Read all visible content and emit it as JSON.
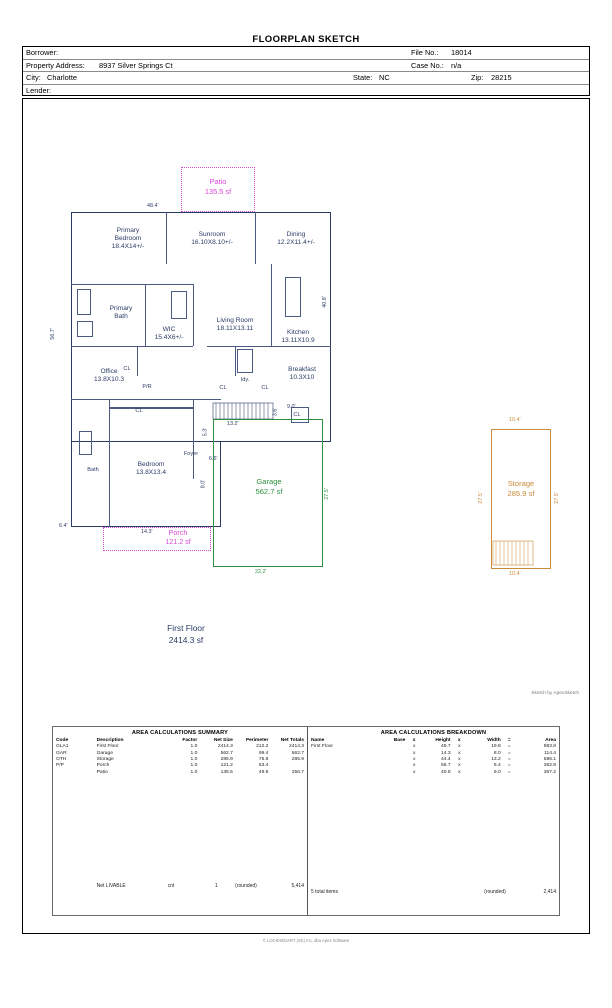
{
  "document": {
    "title": "FLOORPLAN SKETCH",
    "copyright": "© LOCKHEDART (SK) Inc, dba Apex Software",
    "sketch_by": "Sketch by ApexSketch"
  },
  "header": {
    "borrower_label": "Borrower:",
    "borrower_value": "",
    "property_address_label": "Property Address:",
    "property_address_value": "8937 Silver Springs Ct",
    "city_label": "City:",
    "city_value": "Charlotte",
    "state_label": "State:",
    "state_value": "NC",
    "zip_label": "Zip:",
    "zip_value": "28215",
    "lender_label": "Lender:",
    "lender_value": "",
    "file_no_label": "File No.:",
    "file_no_value": "18014",
    "case_no_label": "Case No.:",
    "case_no_value": "n/a"
  },
  "sketch": {
    "patio": {
      "name": "Patio",
      "area": "135.5 sf"
    },
    "porch": {
      "name": "Porch",
      "area": "121.2 sf"
    },
    "garage": {
      "name": "Garage",
      "area": "562.7 sf"
    },
    "storage": {
      "name": "Storage",
      "area": "285.9 sf"
    },
    "first_floor": {
      "name": "First Floor",
      "area": "2414.3 sf"
    },
    "rooms": [
      {
        "name": "Primary",
        "name2": "Bedroom",
        "dims": "18.4X14+/-"
      },
      {
        "name": "Sunroom",
        "dims": "16.10X8.10+/-"
      },
      {
        "name": "Dining",
        "dims": "12.2X11.4+/-"
      },
      {
        "name": "Primary",
        "name2": "Bath",
        "dims": ""
      },
      {
        "name": "WIC",
        "dims": "15.4X6+/-"
      },
      {
        "name": "Living Room",
        "dims": "18.11X13.11"
      },
      {
        "name": "Kitchen",
        "dims": "13.11X10.9"
      },
      {
        "name": "Office",
        "dims": "13.8X10.3"
      },
      {
        "name": "Breakfast",
        "dims": "10.3X10"
      },
      {
        "name": "Bedroom",
        "dims": "13.8X13.4"
      },
      {
        "name": "Bath",
        "dims": ""
      },
      {
        "name": "Foyer",
        "dims": ""
      },
      {
        "name": "Idy.",
        "dims": ""
      },
      {
        "name": "P/R",
        "dims": ""
      }
    ],
    "closets": [
      "CL",
      "CL",
      "CL",
      "CL",
      "CL",
      "CL"
    ],
    "dimensions": {
      "top_left": "48.4'",
      "left_side": "56.7'",
      "right_side": "40.8'",
      "stair_width": "13.2'",
      "cl_width": "9.0'",
      "cl_depth": "3.6'",
      "foyer_depth": "5.3'",
      "porch_right": "6.5'",
      "porch_height": "8.0'",
      "porch_bottom": "14.3'",
      "bottom_left": "6.4'",
      "garage_bottom": "22.2'",
      "garage_right": "27.5'",
      "garage_left": "27.5'",
      "storage_top": "10.4'",
      "storage_bottom": "10.4'",
      "storage_left": "27.5'",
      "storage_right": "27.5'"
    }
  },
  "summary_table": {
    "title": "AREA CALCULATIONS SUMMARY",
    "columns": [
      "Code",
      "Description",
      "Factor",
      "Net Size",
      "Perimeter",
      "Net Totals"
    ],
    "rows": [
      {
        "code": "GLA1",
        "description": "First Floor",
        "factor": "1.0",
        "net_size": "2414.3",
        "perimeter": "212.2",
        "net_totals": "2414.3"
      },
      {
        "code": "GAR",
        "description": "Garage",
        "factor": "1.0",
        "net_size": "562.7",
        "perimeter": "99.4",
        "net_totals": "562.7"
      },
      {
        "code": "OTH",
        "description": "Storage",
        "factor": "1.0",
        "net_size": "285.9",
        "perimeter": "75.8",
        "net_totals": "285.9"
      },
      {
        "code": "P/P",
        "description": "Porch",
        "factor": "1.0",
        "net_size": "121.2",
        "perimeter": "63.4",
        "net_totals": ""
      },
      {
        "code": "",
        "description": "Patio",
        "factor": "1.0",
        "net_size": "135.5",
        "perimeter": "49.9",
        "net_totals": "256.7"
      }
    ],
    "total_label": "Net LIVABLE",
    "total_unit": "cnt",
    "total_count": "1",
    "total_rounded": "(rounded)",
    "total_value": "5,414"
  },
  "breakdown_table": {
    "title": "AREA CALCULATIONS BREAKDOWN",
    "columns": [
      "Name",
      "Base",
      "x",
      "Height",
      "x",
      "Width",
      "=",
      "Area"
    ],
    "rows": [
      {
        "name": "First Floor",
        "base": "",
        "height": "49.7",
        "width": "19.8",
        "area": "983.8"
      },
      {
        "name": "",
        "base": "",
        "height": "14.3",
        "width": "8.0",
        "area": "114.4"
      },
      {
        "name": "",
        "base": "",
        "height": "44.4",
        "width": "13.2",
        "area": "586.1"
      },
      {
        "name": "",
        "base": "",
        "height": "56.7",
        "width": "6.4",
        "area": "362.8"
      },
      {
        "name": "",
        "base": "",
        "height": "40.8",
        "width": "9.0",
        "area": "367.2"
      }
    ],
    "total_label": "5 total items",
    "total_rounded": "(rounded)",
    "total_value": "2,414"
  }
}
